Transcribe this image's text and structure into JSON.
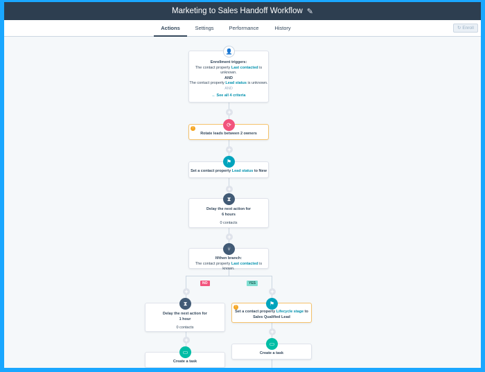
{
  "header": {
    "title": "Marketing to Sales Handoff Workflow"
  },
  "tabs": [
    {
      "label": "Actions",
      "active": true
    },
    {
      "label": "Settings",
      "active": false
    },
    {
      "label": "Performance",
      "active": false
    },
    {
      "label": "History",
      "active": false
    }
  ],
  "enroll_label": "Enroll",
  "enrollment": {
    "title": "Enrollment triggers:",
    "line1_pre": "The contact property ",
    "line1_link": "Last contacted",
    "line1_post": " is unknown.",
    "and_label": "AND",
    "line2_pre": "The contact property ",
    "line2_link": "Lead status",
    "line2_post": " is unknown.",
    "and2_label": "AND",
    "see_all": "← See all 4 criteria"
  },
  "rotate": {
    "label": "Rotate leads between 2 owners"
  },
  "set_lead_status": {
    "pre": "Set a contact property ",
    "link": "Lead status",
    "post": " to New"
  },
  "delay1": {
    "line1": "Delay the next action for",
    "line2": "6 hours",
    "count": "0 contacts"
  },
  "ifthen": {
    "title": "If/then branch:",
    "pre": "The contact property ",
    "link": "Last contacted",
    "post": " is known."
  },
  "branches": {
    "no_label": "NO",
    "yes_label": "YES"
  },
  "delay2": {
    "line1": "Delay the next action for",
    "line2": "1 hour",
    "count": "0 contacts"
  },
  "set_lifecycle": {
    "pre": "Set a contact property ",
    "link": "Lifecycle stage",
    "post": " to",
    "line2": "Sales Qualified Lead"
  },
  "task_left": {
    "label": "Create a task"
  },
  "task_right": {
    "label": "Create a task"
  },
  "colors": {
    "header_bg": "#2d3e50",
    "link": "#0091ae",
    "pink": "#f2547d",
    "teal": "#00a4bd",
    "navy": "#425b76",
    "green": "#00bda5",
    "warning": "#f5a623",
    "border": "#1aa7ff"
  }
}
